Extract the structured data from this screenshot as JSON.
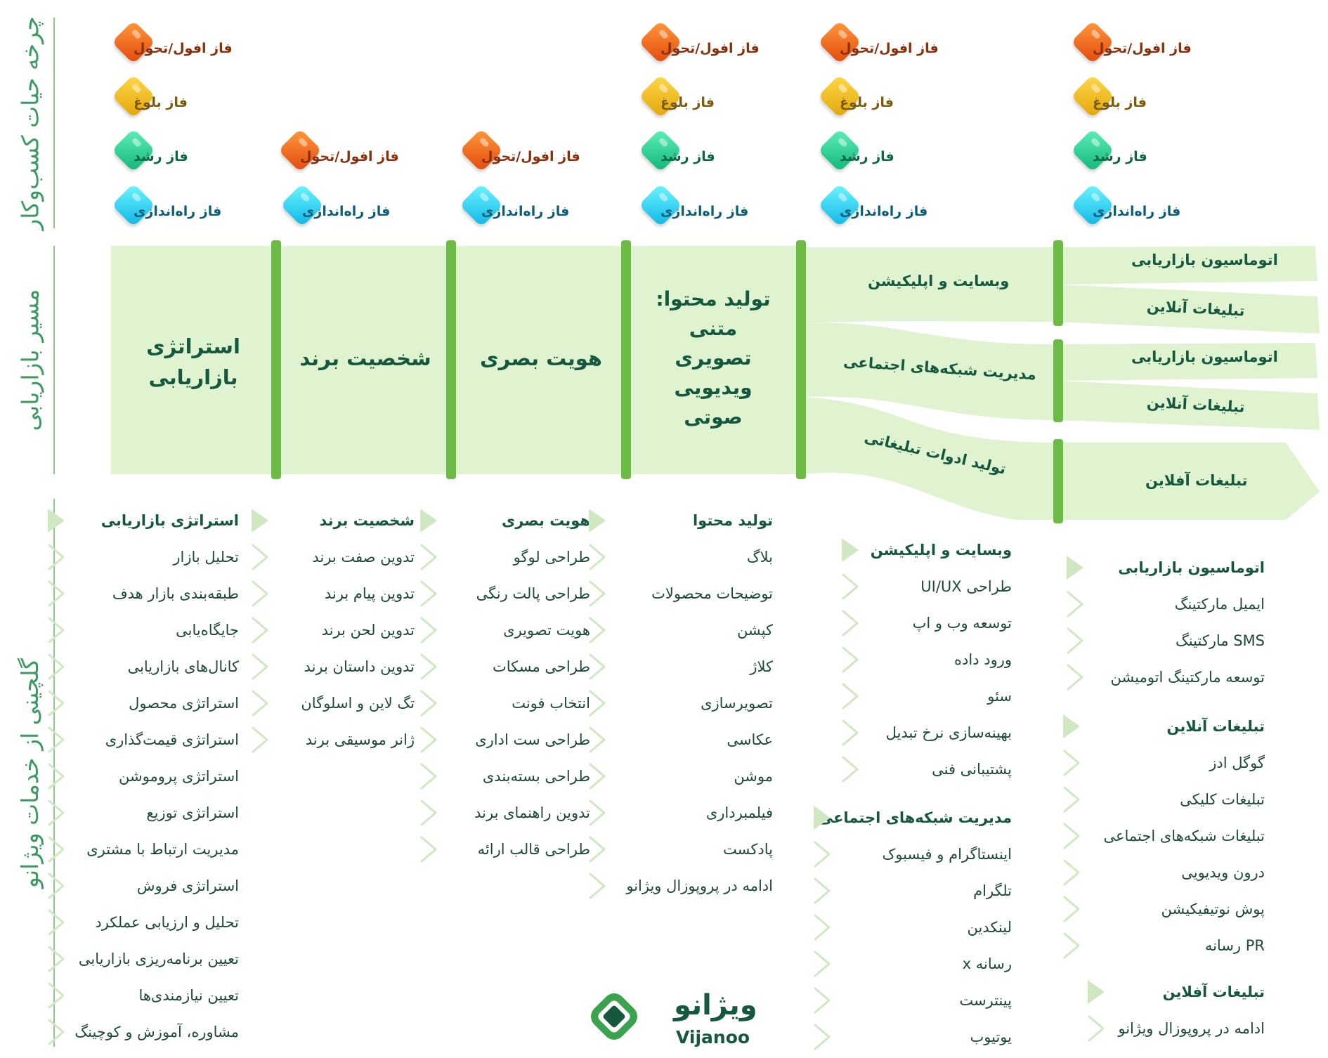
{
  "sections": {
    "lifecycle": "چرخه حیات کسب‌وکار",
    "path": "مسیر بازاریابی",
    "services": "گلچینی از خدمات ویژانو"
  },
  "phases": {
    "decline": "فاز افول/تحول",
    "maturity": "فاز بلوغ",
    "growth": "فاز رشد",
    "launch": "فاز راه‌اندازی"
  },
  "path": {
    "strategy": "استراتژی بازاریابی",
    "brand": "شخصیت برند",
    "visual": "هویت بصری",
    "content": [
      "تولید محتوا:",
      "متنی",
      "تصویری",
      "ویدیویی",
      "صوتی"
    ],
    "web": "وبسایت و اپلیکیشن",
    "social": "مدیریت شبکه‌های اجتماعی",
    "adtools": "تولید ادوات تبلیغاتی",
    "automation": "اتوماسیون بازاریابی",
    "online_ads": "تبلیغات آنلاین",
    "offline_ads": "تبلیغات آفلاین"
  },
  "services": {
    "strategy": [
      "استراتژی بازاریابی",
      "تحلیل بازار",
      "طبقه‌بندی بازار هدف",
      "جایگاه‌یابی",
      "کانال‌های بازاریابی",
      "استراتژی محصول",
      "استراتژی قیمت‌گذاری",
      "استراتژی پروموشن",
      "استراتژی توزیع",
      "مدیریت ارتباط با مشتری",
      "استراتژی فروش",
      "تحلیل و ارزیابی عملکرد",
      "تعیین برنامه‌ریزی بازاریابی",
      "تعیین نیازمندی‌ها",
      "مشاوره، آموزش و کوچینگ"
    ],
    "brand": [
      "شخصیت برند",
      "تدوین صفت برند",
      "تدوین پیام برند",
      "تدوین لحن برند",
      "تدوین داستان برند",
      "تگ لاین و اسلوگان",
      "ژانر موسیقی برند"
    ],
    "visual": [
      "هویت بصری",
      "طراحی لوگو",
      "طراحی پالت رنگی",
      "هویت تصویری",
      "طراحی مسکات",
      "انتخاب فونت",
      "طراحی ست اداری",
      "طراحی بسته‌بندی",
      "تدوین راهنمای برند",
      "طراحی قالب ارائه"
    ],
    "content": [
      "تولید محتوا",
      "بلاگ",
      "توضیحات محصولات",
      "کپشن",
      "کلاژ",
      "تصویرسازی",
      "عکاسی",
      "موشن",
      "فیلمبرداری",
      "پادکست",
      "ادامه در پروپوزال ویژانو"
    ],
    "web": [
      "وبسایت و اپلیکیشن",
      "طراحی UI/UX",
      "توسعه وب و اپ",
      "ورود داده",
      "سئو",
      "بهینه‌سازی نرخ تبدیل",
      "پشتیبانی فنی"
    ],
    "social": [
      "مدیریت شبکه‌های اجتماعی",
      "اینستاگرام و فیسبوک",
      "تلگرام",
      "لینکدین",
      "رسانه x",
      "پینترست",
      "یوتیوب"
    ],
    "automation": [
      "اتوماسیون بازاریابی",
      "ایمیل مارکتینگ",
      "SMS مارکتینگ",
      "توسعه مارکتینگ اتومیشن"
    ],
    "online": [
      "تبلیغات آنلاین",
      "گوگل ادز",
      "تبلیغات کلیکی",
      "تبلیغات شبکه‌های اجتماعی",
      "درون ویدیویی",
      "پوش نوتیفیکیشن",
      "PR رسانه"
    ],
    "offline": [
      "تبلیغات آفلاین",
      "ادامه در پروپوزال ویژانو"
    ]
  },
  "logo": {
    "fa": "ویژانو",
    "en": "Vijanoo"
  },
  "colors": {
    "band": "#dff3d1",
    "pillar": "#6cbb45",
    "text": "#15583e",
    "accent": "#3a9a5f"
  }
}
